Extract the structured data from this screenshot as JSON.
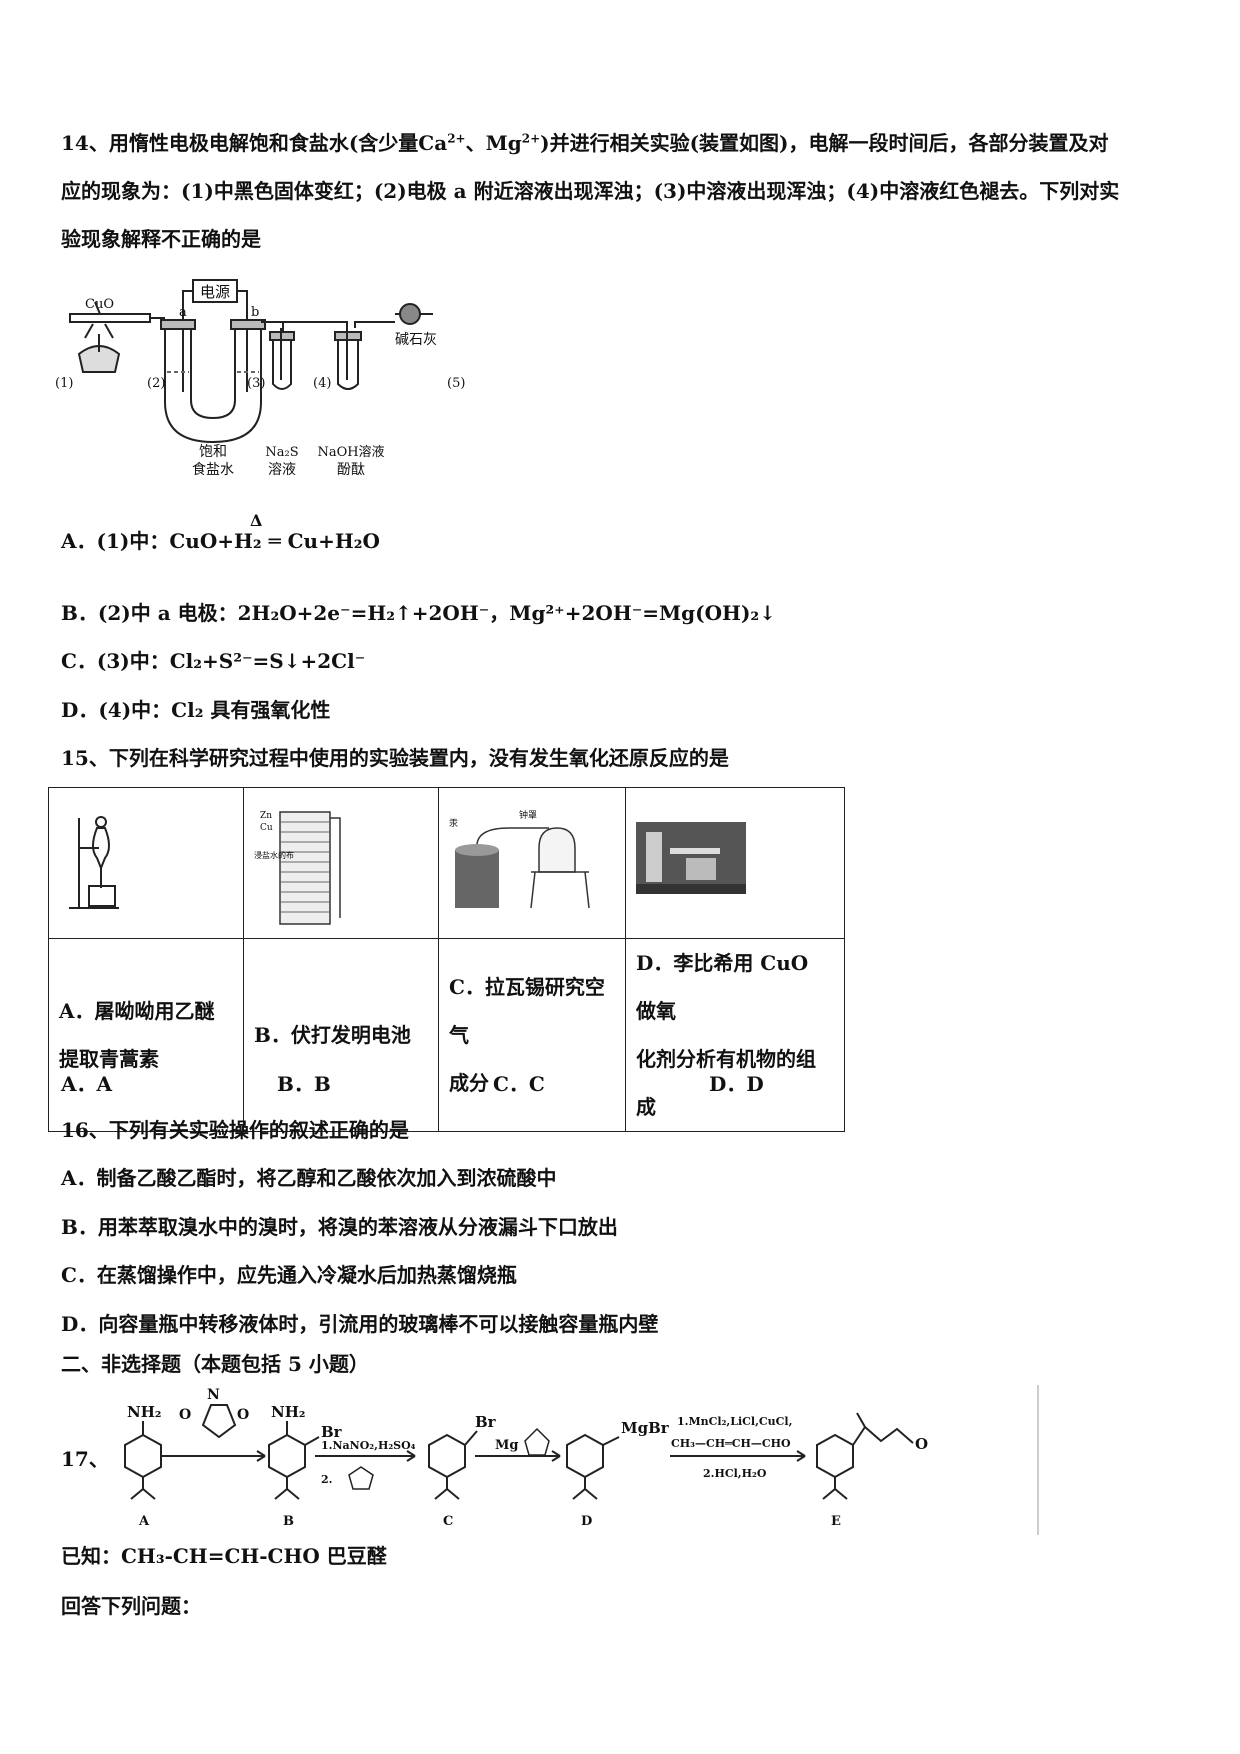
{
  "q14": {
    "line1_a": "14、用惰性电极电解饱和食盐水(含少量",
    "ca": "Ca",
    "ca_charge": "2+",
    "sep": "、",
    "mg": "Mg",
    "mg_charge": "2+",
    "line1_b": ")并进行相关实验(装置如图)，电解一段时间后，各部分装置及对",
    "line2": "应的现象为：(1)中黑色固体变红；(2)电极 a 附近溶液出现浑浊；(3)中溶液出现浑浊；(4)中溶液红色褪去。下列对实",
    "line3": "验现象解释不正确的是",
    "figure": {
      "power": "电源",
      "a": "a",
      "b": "b",
      "cuo": "CuO",
      "soda_lime": "碱石灰",
      "n1": "(1)",
      "n2": "(2)",
      "n3": "(3)",
      "n4": "(4)",
      "n5": "(5)",
      "brine_1": "饱和",
      "brine_2": "食盐水",
      "na2s_1": "Na₂S",
      "na2s_2": "溶液",
      "naoh_1": "NaOH溶液",
      "naoh_2": "酚酞"
    },
    "optA": "A．(1)中：CuO+H₂ ═ Cu+H₂O",
    "optA_delta": "Δ",
    "optB": "B．(2)中 a 电极：2H₂O+2e⁻=H₂↑+2OH⁻，Mg²⁺+2OH⁻=Mg(OH)₂↓",
    "optC": "C．(3)中：Cl₂+S²⁻=S↓+2Cl⁻",
    "optD": "D．(4)中：Cl₂ 具有强氧化性"
  },
  "q15": {
    "stem": "15、下列在科学研究过程中使用的实验装置内，没有发生氧化还原反应的是",
    "cells": [
      {
        "line1": "A．屠呦呦用乙醚",
        "line2": "提取青蒿素"
      },
      {
        "line1": "B．伏打发明电池",
        "line2": ""
      },
      {
        "line1": "C．拉瓦锡研究空气",
        "line2": "成分"
      },
      {
        "line1": "D．李比希用 CuO 做氧",
        "line2": "化剂分析有机物的组成"
      }
    ],
    "img_labels": {
      "zn": "Zn",
      "cu": "Cu",
      "cloth": "浸盐水的布",
      "mercury": "汞",
      "vessel": "钟罩"
    },
    "answers": [
      "A．A",
      "B．B",
      "C．C",
      "D．D"
    ]
  },
  "q16": {
    "stem": "16、下列有关实验操作的叙述正确的是",
    "optA": "A．制备乙酸乙酯时，将乙醇和乙酸依次加入到浓硫酸中",
    "optB": "B．用苯萃取溴水中的溴时，将溴的苯溶液从分液漏斗下口放出",
    "optC": "C．在蒸馏操作中，应先通入冷凝水后加热蒸馏烧瓶",
    "optD": "D．向容量瓶中转移液体时，引流用的玻璃棒不可以接触容量瓶内壁"
  },
  "section2": "二、非选择题（本题包括 5 小题）",
  "q17": {
    "num": "17、",
    "nh2": "NH₂",
    "br": "Br",
    "o": "O",
    "n": "N",
    "mgbr": "MgBr",
    "mg": "Mg",
    "step1_1": "1.NaNO₂,H₂SO₄",
    "step1_2": "2.",
    "step3_1": "1.MnCl₂,LiCl,CuCl,",
    "step3_2": "CH₃—CH═CH—CHO",
    "step3_3": "2.HCl,H₂O",
    "labels": [
      "A",
      "B",
      "C",
      "D",
      "E"
    ]
  },
  "known": "已知：CH₃-CH=CH-CHO 巴豆醛",
  "answer_prompt": "回答下列问题："
}
